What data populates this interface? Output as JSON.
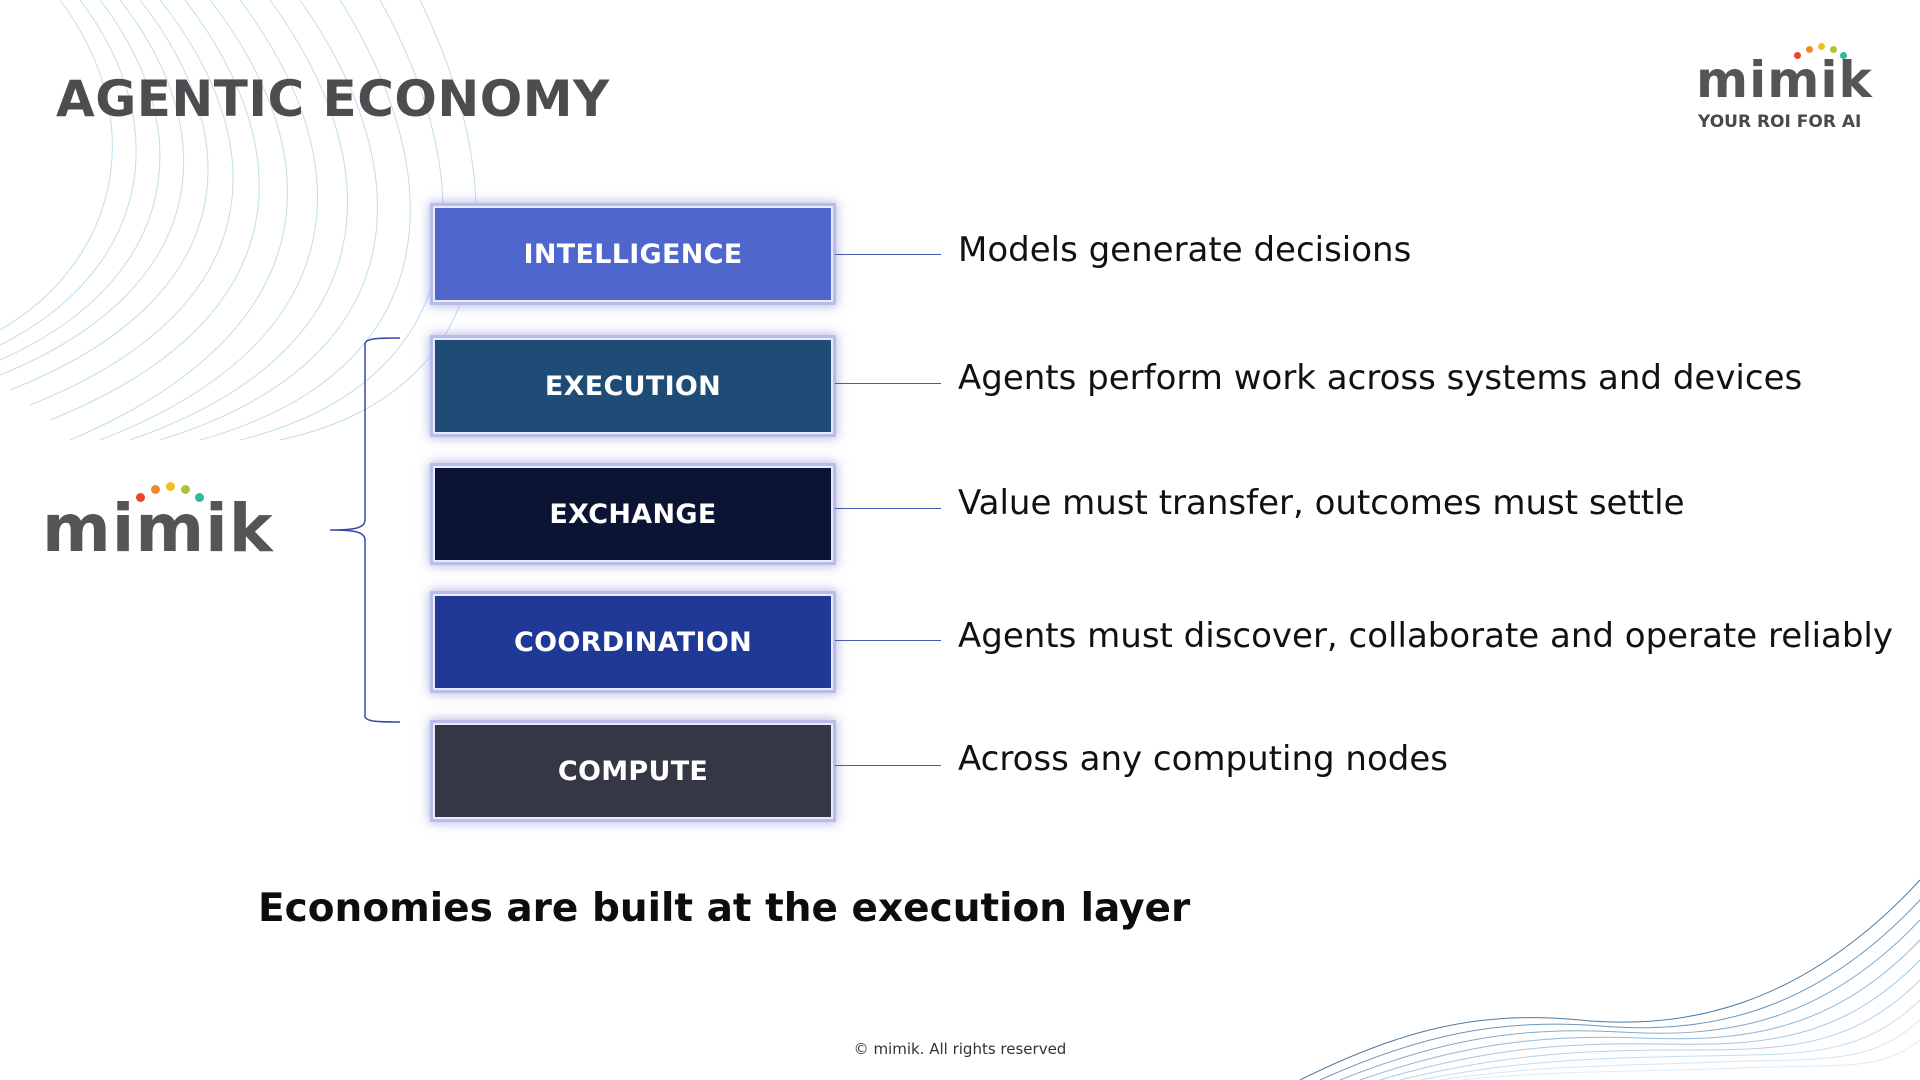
{
  "slide": {
    "title": "AGENTIC ECONOMY",
    "logo_top_right": {
      "wordmark": "mimik",
      "tagline": "YOUR ROI FOR AI",
      "dot_colors": [
        "#e8472c",
        "#ef8a2a",
        "#f0c020",
        "#a8c43a",
        "#2dbb9a"
      ]
    },
    "logo_left": {
      "wordmark": "mimik",
      "dot_colors": [
        "#e8472c",
        "#ef8a2a",
        "#f0c020",
        "#a8c43a",
        "#2dbb9a"
      ]
    },
    "layers": [
      {
        "label": "INTELLIGENCE",
        "description": "Models generate decisions",
        "color": "#4f66cc"
      },
      {
        "label": "EXECUTION",
        "description": "Agents perform work across systems and devices",
        "color": "#1f4b77"
      },
      {
        "label": "EXCHANGE",
        "description": "Value must transfer, outcomes must settle",
        "color": "#0b1533"
      },
      {
        "label": "COORDINATION",
        "description": "Agents must discover, collaborate and operate reliably",
        "color": "#203896"
      },
      {
        "label": "COMPUTE",
        "description": "Across any computing nodes",
        "color": "#363744"
      }
    ],
    "brace": {
      "spans": [
        "EXECUTION",
        "EXCHANGE",
        "COORDINATION"
      ],
      "color": "#3a47a8"
    },
    "statement": "Economies are built at the execution layer",
    "footer": "© mimik. All rights reserved"
  }
}
